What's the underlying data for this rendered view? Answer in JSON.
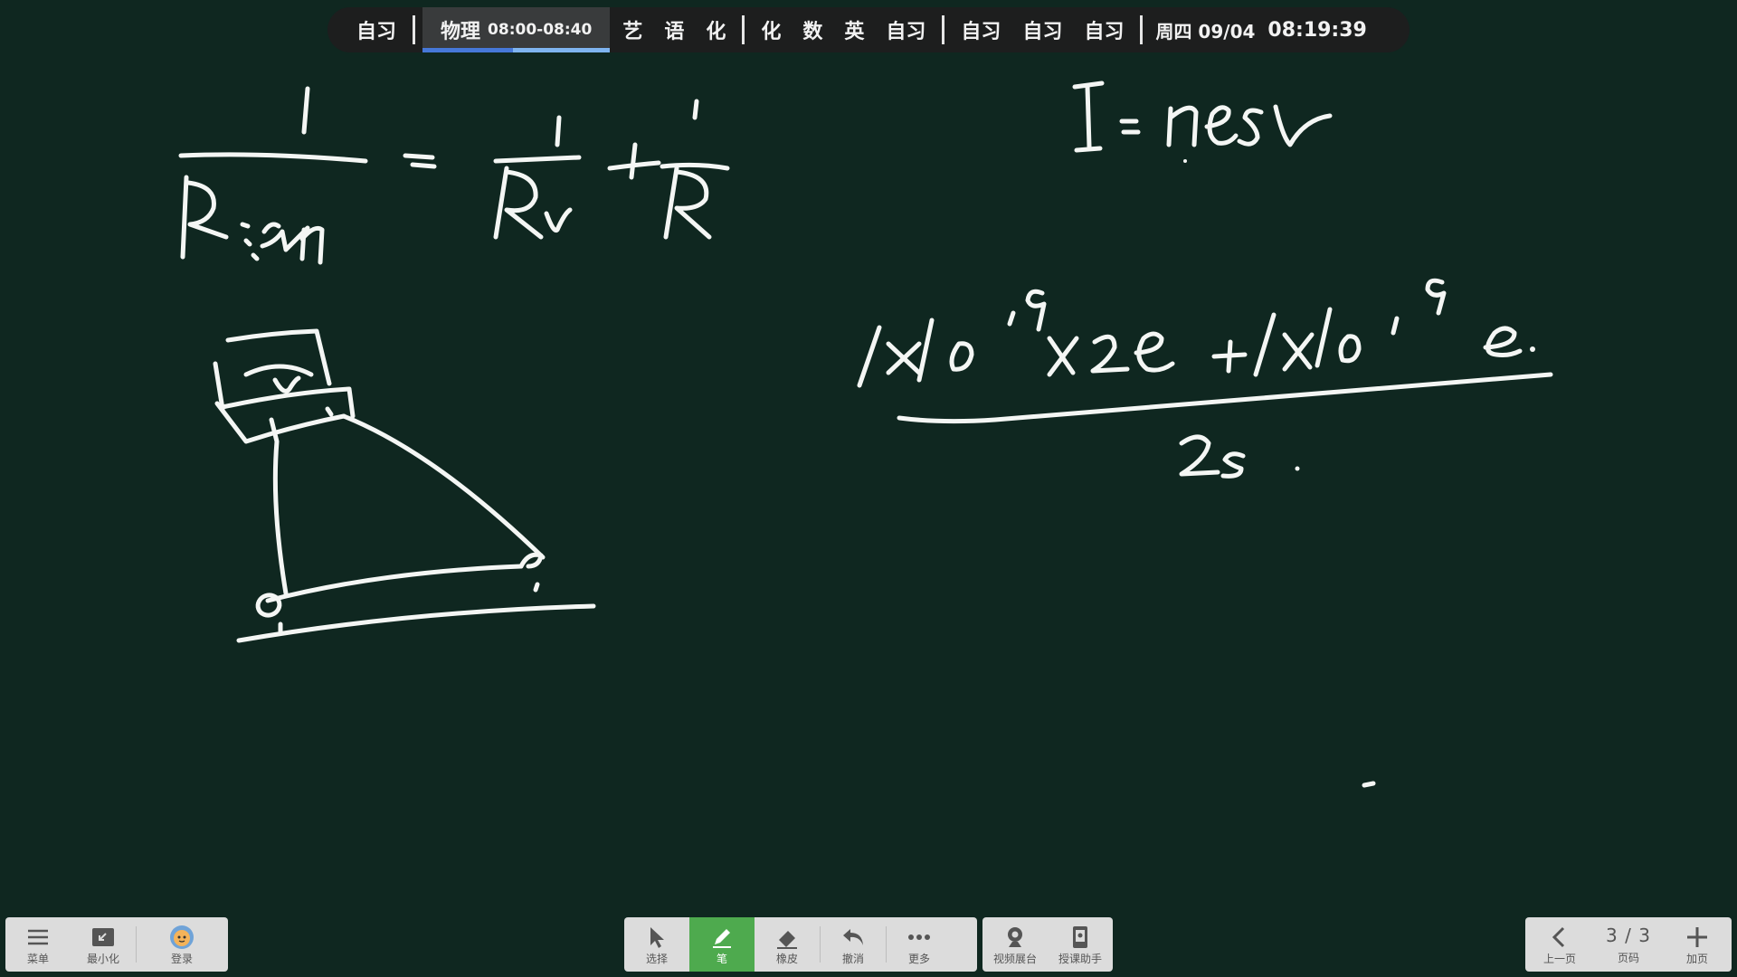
{
  "schedule": {
    "items_before": [
      "自习"
    ],
    "current": {
      "label": "物理",
      "time": "08:00-08:40",
      "progress": 0.48
    },
    "group_a": [
      "艺",
      "语",
      "化"
    ],
    "group_b": [
      "化",
      "数",
      "英",
      "自习"
    ],
    "group_c": [
      "自习",
      "自习",
      "自习"
    ],
    "day": "周四 09/04",
    "clock": "08:19:39"
  },
  "toolbar_left": {
    "menu": "菜单",
    "minimize": "最小化",
    "login": "登录"
  },
  "toolbar_center": {
    "select": "选择",
    "pen": "笔",
    "eraser": "橡皮",
    "undo": "撤消",
    "more": "更多"
  },
  "toolbar_extra": {
    "camera": "视频展台",
    "assistant": "授课助手"
  },
  "toolbar_right": {
    "prev": "上一页",
    "page_indicator": "3 / 3",
    "page_label": "页码",
    "add": "加页"
  },
  "colors": {
    "board": "#0f2720",
    "ink": "#f4f6f4",
    "pen_active": "#4eaa4e",
    "bar": "#1d1e1e"
  },
  "icons": {
    "menu": "hamburger-icon",
    "minimize": "minimize-icon",
    "login": "avatar-icon",
    "select": "cursor-icon",
    "pen": "pen-icon",
    "eraser": "eraser-icon",
    "undo": "undo-icon",
    "more": "more-dots-icon",
    "camera": "camera-icon",
    "assistant": "tablet-icon",
    "prev": "chevron-left-icon",
    "add": "plus-icon"
  }
}
